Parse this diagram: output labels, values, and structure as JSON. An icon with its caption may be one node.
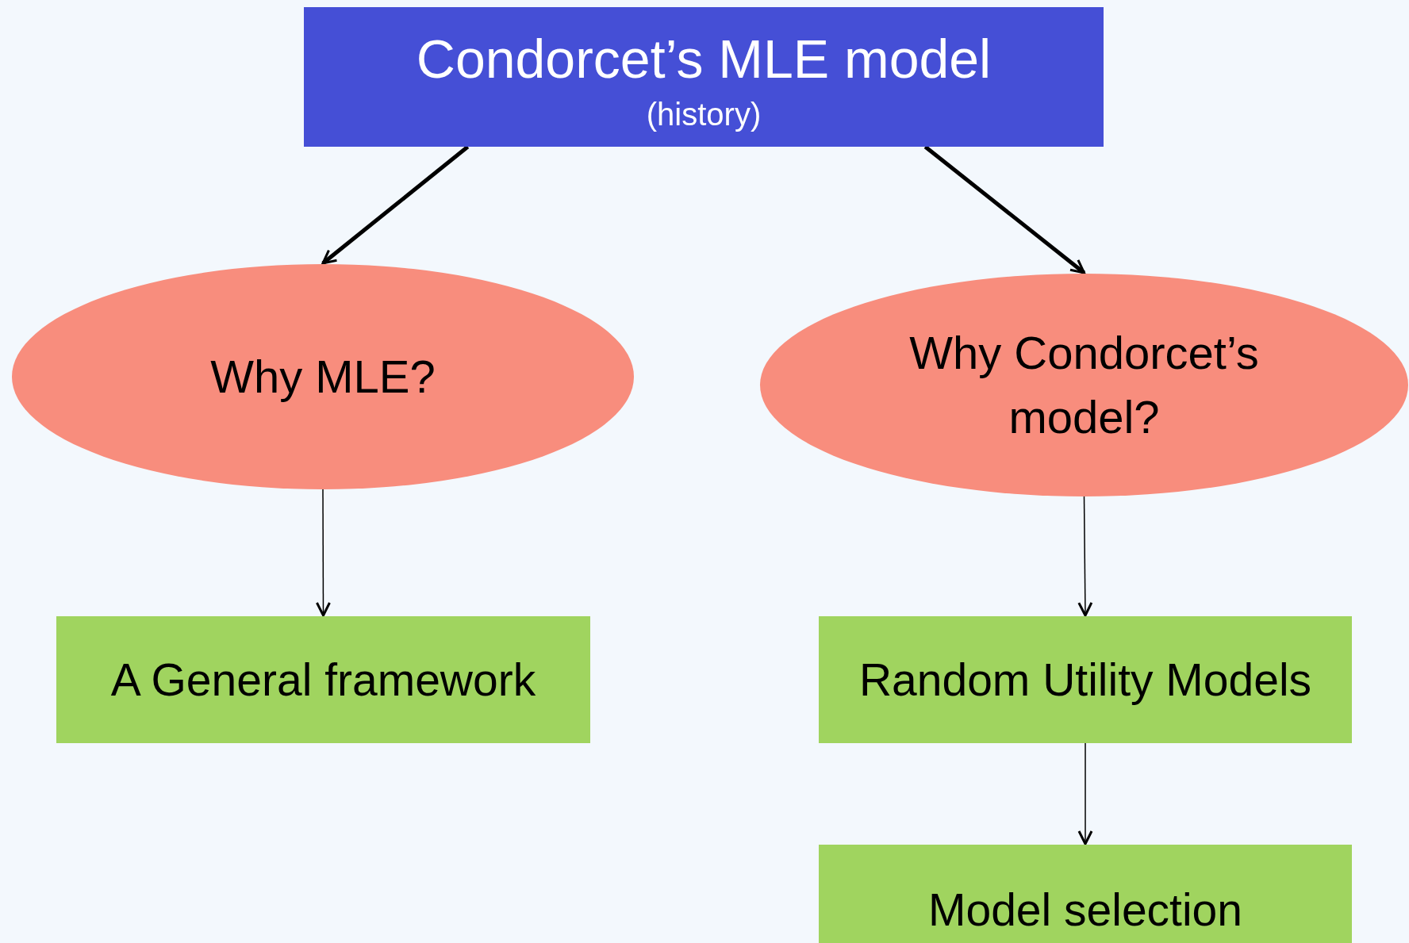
{
  "diagram": {
    "nodes": [
      {
        "text": [
          "Condorcet’s MLE model",
          "(history)"
        ]
      },
      {
        "text": [
          "Why MLE?"
        ]
      },
      {
        "text": [
          "Why Condorcet’s model?"
        ]
      },
      {
        "text": [
          "A General framework"
        ]
      },
      {
        "text": [
          "Random Utility Models"
        ]
      },
      {
        "text": [
          "Model selection"
        ]
      }
    ],
    "edges": [
      {
        "from": 0,
        "to": 1,
        "arrow": "to",
        "style": "thick"
      },
      {
        "from": 0,
        "to": 2,
        "arrow": "to",
        "style": "thick"
      },
      {
        "from": 1,
        "to": 3,
        "arrow": "to"
      },
      {
        "from": 2,
        "to": 4,
        "arrow": "to"
      },
      {
        "from": 4,
        "to": 5,
        "arrow": "to"
      }
    ]
  }
}
